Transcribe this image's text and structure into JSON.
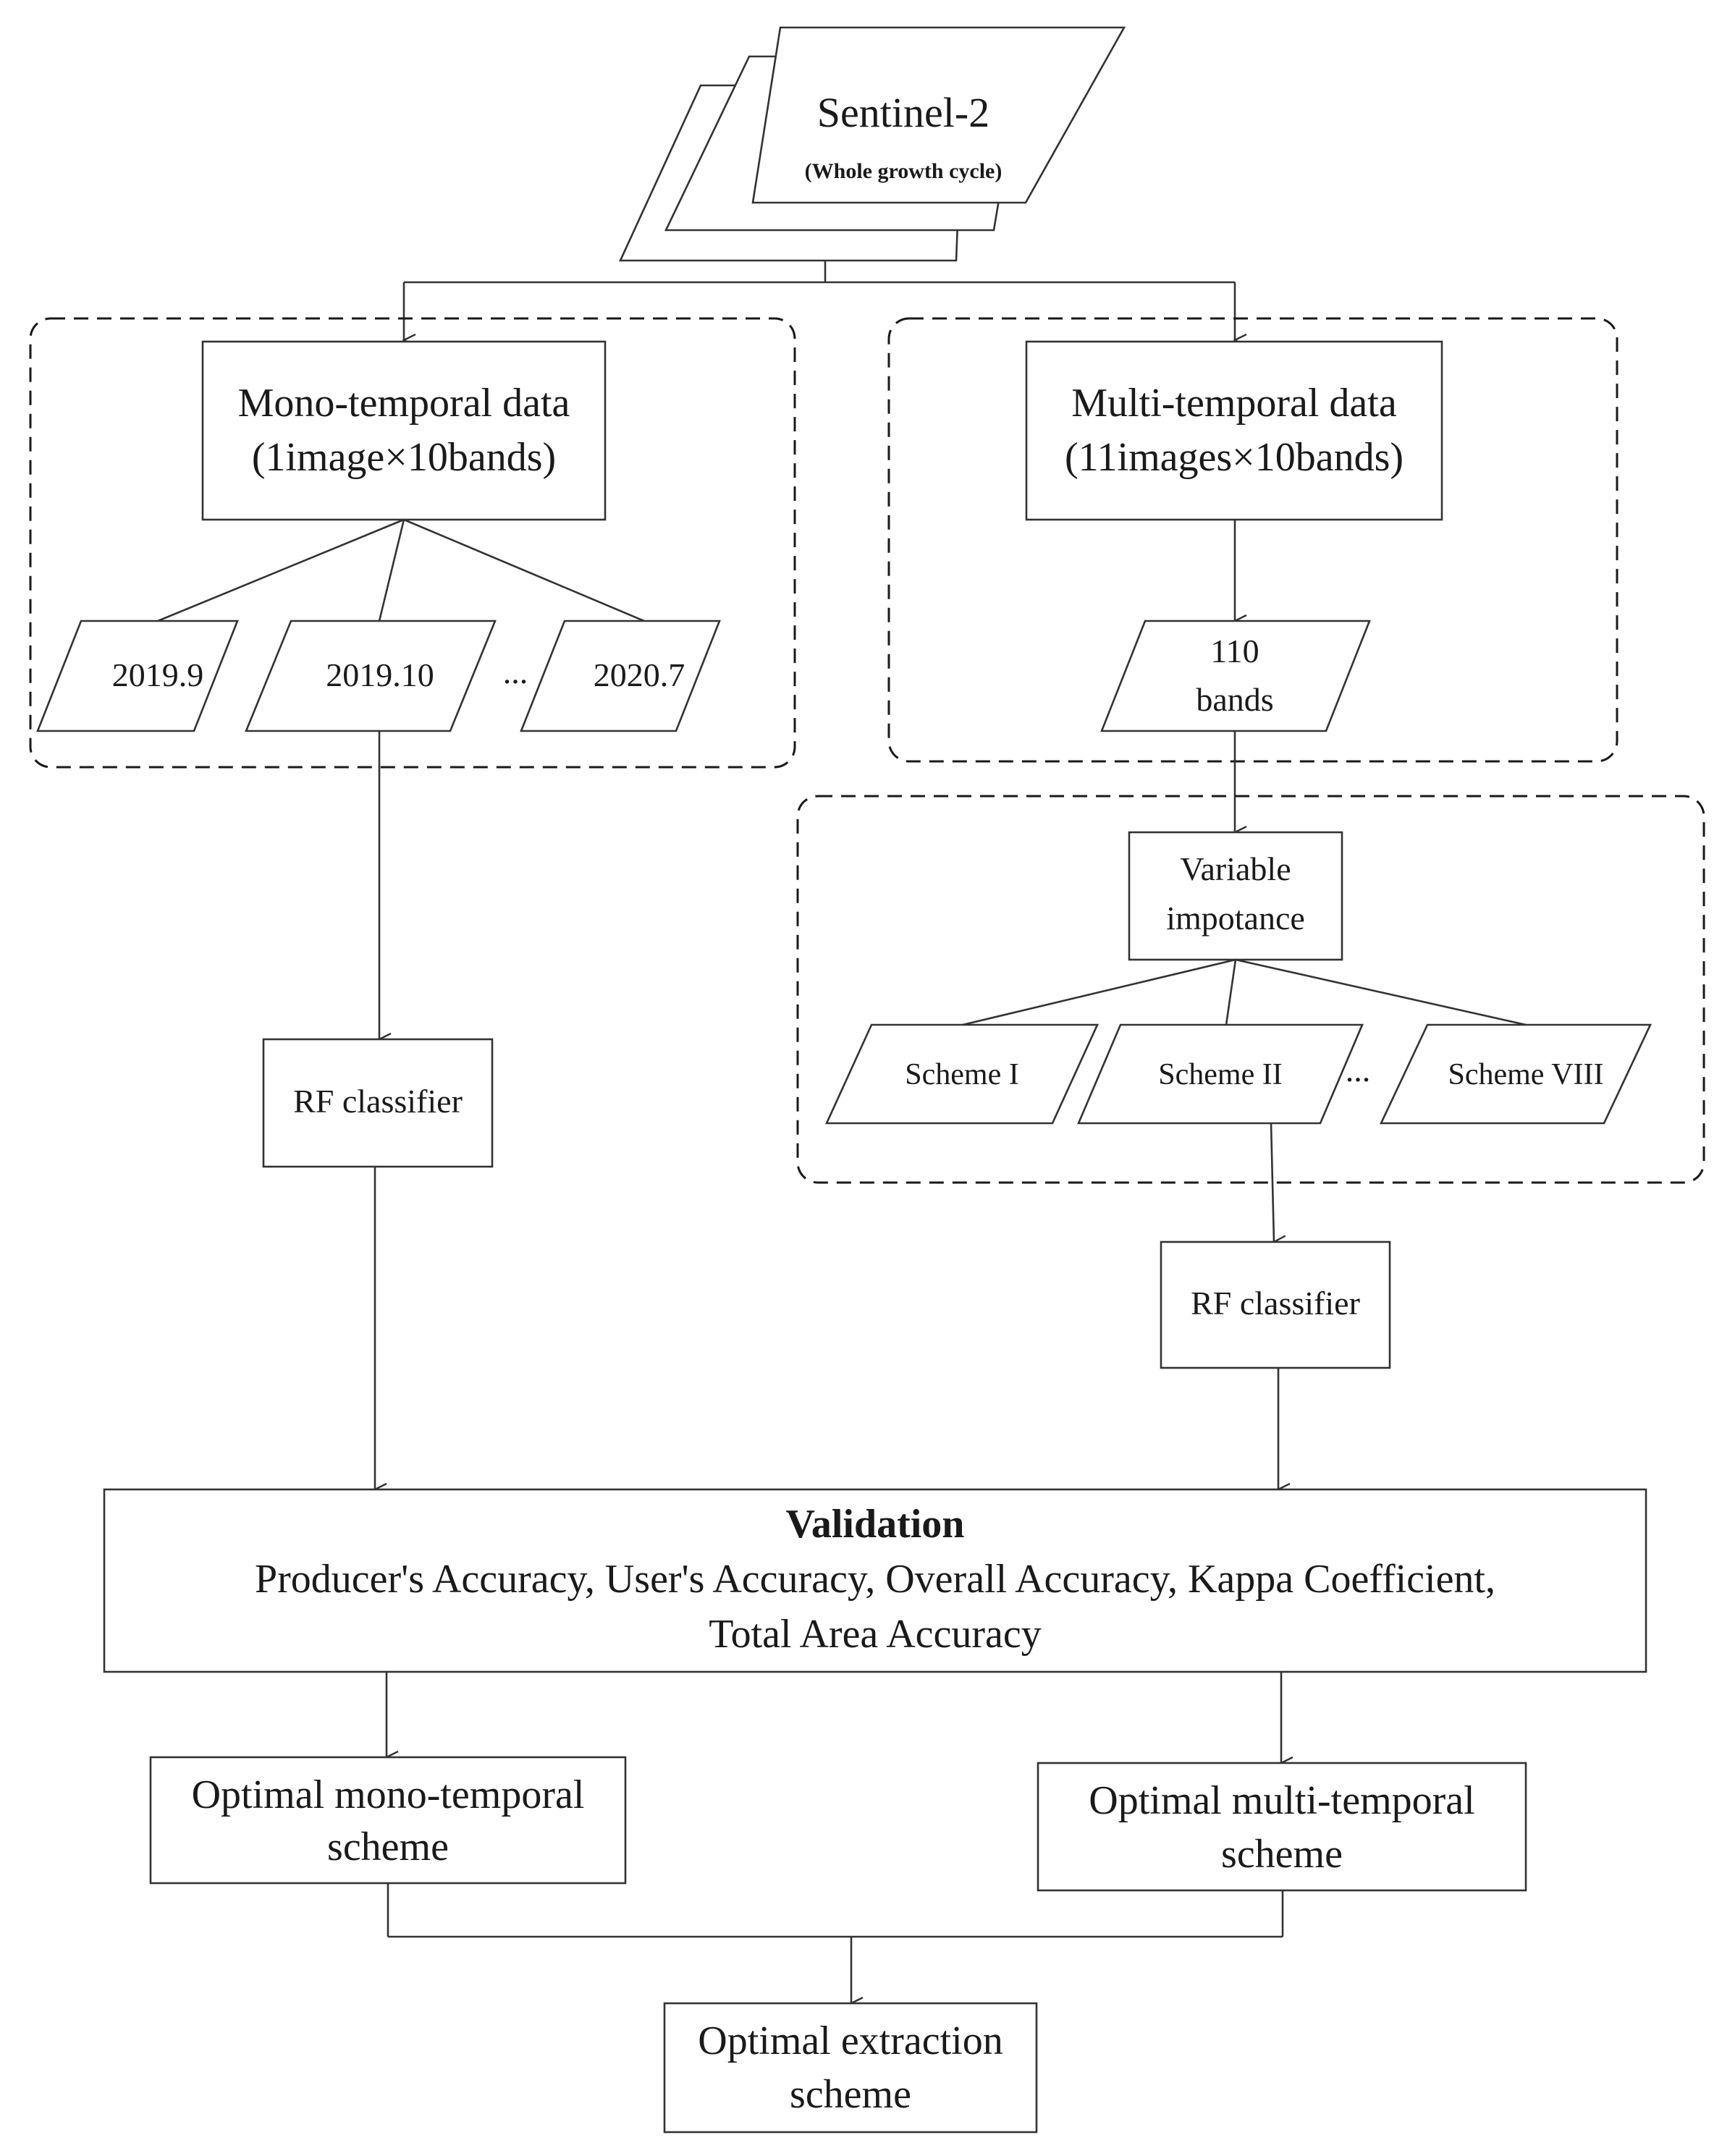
{
  "sentinel": {
    "title": "Sentinel-2",
    "subtitle": "(Whole growth cycle)"
  },
  "mono": {
    "title": "Mono-temporal data",
    "detail": "(1image×10bands)",
    "dates": [
      "2019.9",
      "2019.10",
      "2020.7"
    ],
    "ellipsis": "...",
    "classifier": "RF classifier"
  },
  "multi": {
    "title": "Multi-temporal data",
    "detail": "(11images×10bands)",
    "bands_line1": "110",
    "bands_line2": "bands",
    "importance_line1": "Variable",
    "importance_line2": "impotance",
    "schemes": [
      "Scheme I",
      "Scheme II",
      "Scheme VIII"
    ],
    "ellipsis": "...",
    "classifier": "RF classifier"
  },
  "validation": {
    "title": "Validation",
    "line1": "Producer's Accuracy, User's Accuracy, Overall Accuracy, Kappa Coefficient,",
    "line2": "Total Area Accuracy"
  },
  "optimal_mono": {
    "line1": "Optimal mono-temporal",
    "line2": "scheme"
  },
  "optimal_multi": {
    "line1": "Optimal multi-temporal",
    "line2": "scheme"
  },
  "optimal_extraction": {
    "line1": "Optimal extraction",
    "line2": "scheme"
  }
}
